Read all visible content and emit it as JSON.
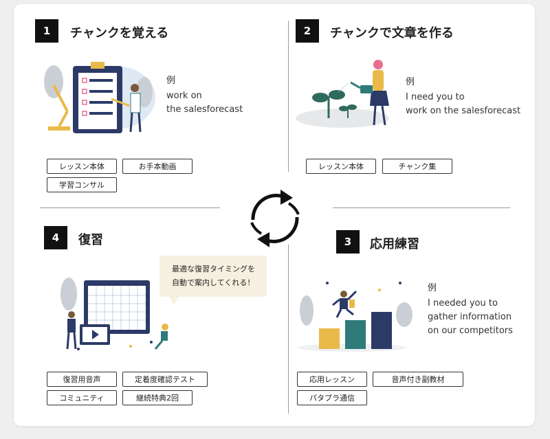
{
  "quadrants": [
    {
      "number": "1",
      "title": "チャンクを覚える",
      "example_label": "例",
      "example_lines": [
        "work on",
        "the salesforecast"
      ],
      "tags": [
        "レッスン本体",
        "お手本動画",
        "学習コンサル"
      ]
    },
    {
      "number": "2",
      "title": "チャンクで文章を作る",
      "example_label": "例",
      "example_lines": [
        "I need you to",
        "work on the salesforecast"
      ],
      "tags": [
        "レッスン本体",
        "チャンク集"
      ]
    },
    {
      "number": "3",
      "title": "応用練習",
      "example_label": "例",
      "example_lines": [
        "I needed you to",
        "gather information",
        "on our competitors"
      ],
      "tags": [
        "応用レッスン",
        "音声付き副教材",
        "パタプラ通信"
      ]
    },
    {
      "number": "4",
      "title": "復習",
      "bubble_lines": [
        "最適な復習タイミングを",
        "自動で案内してくれる！"
      ],
      "tags": [
        "復習用音声",
        "定着度確認テスト",
        "コミュニティ",
        "継続特典2回"
      ]
    }
  ],
  "colors": {
    "accent_yellow": "#e9b949",
    "accent_teal": "#2f7a7a",
    "accent_navy": "#2b3a67",
    "accent_pink": "#e86e8f",
    "plant_green": "#2f6b5c"
  }
}
